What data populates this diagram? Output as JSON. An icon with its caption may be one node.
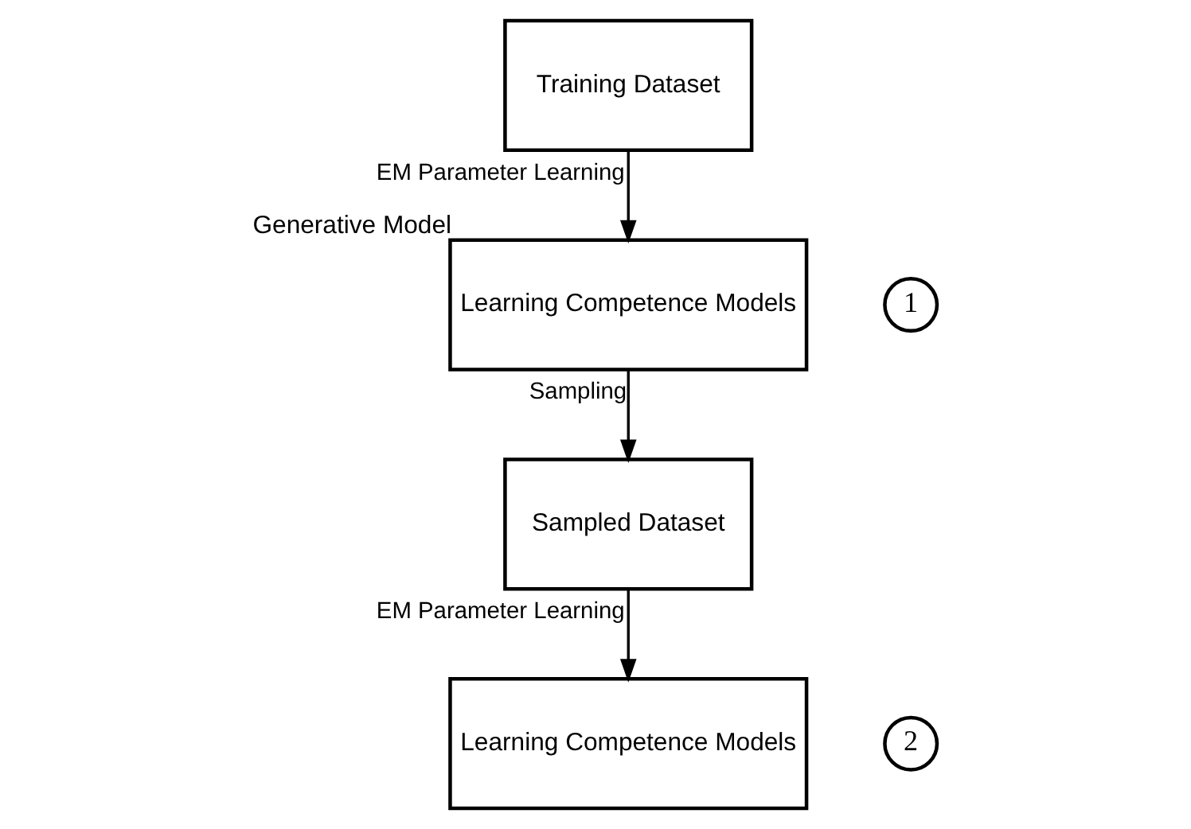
{
  "diagram": {
    "nodes": [
      {
        "text": [
          "Training Dataset"
        ]
      },
      {
        "text": [
          "Learning Competence Models"
        ],
        "beside": [
          "Generative Model"
        ]
      },
      {
        "text": [
          "1"
        ]
      },
      {
        "text": [
          "Sampled Dataset"
        ]
      },
      {
        "text": [
          "Learning Competence Models"
        ]
      },
      {
        "text": [
          "2"
        ]
      }
    ],
    "edges": [
      {
        "from": 0,
        "to": 1,
        "arrow": "to",
        "label": "EM Parameter Learning"
      },
      {
        "from": 1,
        "to": 3,
        "arrow": "to",
        "label": "Sampling"
      },
      {
        "from": 3,
        "to": 4,
        "arrow": "to",
        "label": "EM Parameter Learning"
      }
    ]
  }
}
